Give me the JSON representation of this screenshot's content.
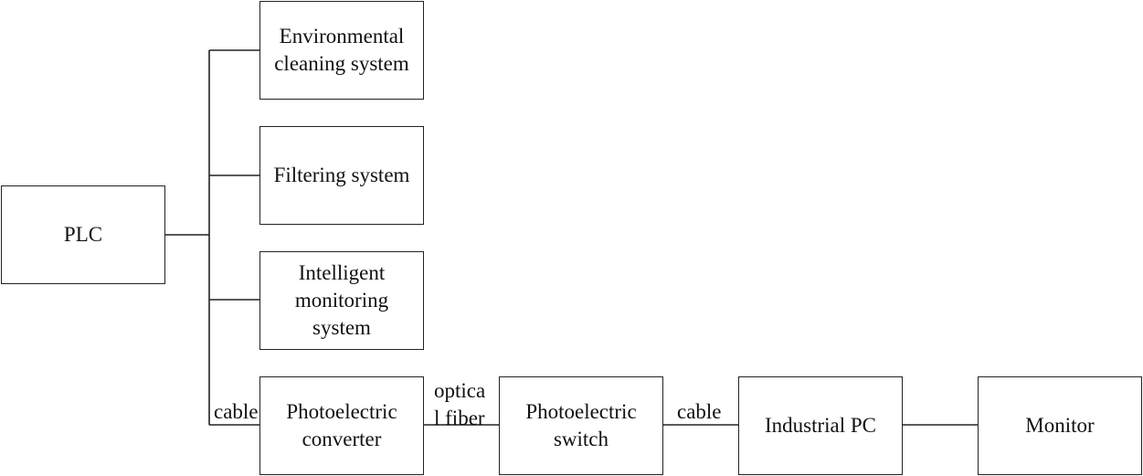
{
  "nodes": {
    "plc": {
      "lines": [
        "PLC"
      ]
    },
    "cleaning": {
      "lines": [
        "Environmental",
        "cleaning system"
      ]
    },
    "filtering": {
      "lines": [
        "Filtering system"
      ]
    },
    "monitoring": {
      "lines": [
        "Intelligent",
        "monitoring",
        "system"
      ]
    },
    "converter": {
      "lines": [
        "Photoelectric",
        "converter"
      ]
    },
    "switch": {
      "lines": [
        "Photoelectric",
        "switch"
      ]
    },
    "industrial_pc": {
      "lines": [
        "Industrial PC"
      ]
    },
    "monitor": {
      "lines": [
        "Monitor"
      ]
    }
  },
  "edge_labels": {
    "plc_converter": "cable",
    "fiber_line1": "optica",
    "fiber_line2": "l fiber",
    "switch_pc": "cable"
  }
}
